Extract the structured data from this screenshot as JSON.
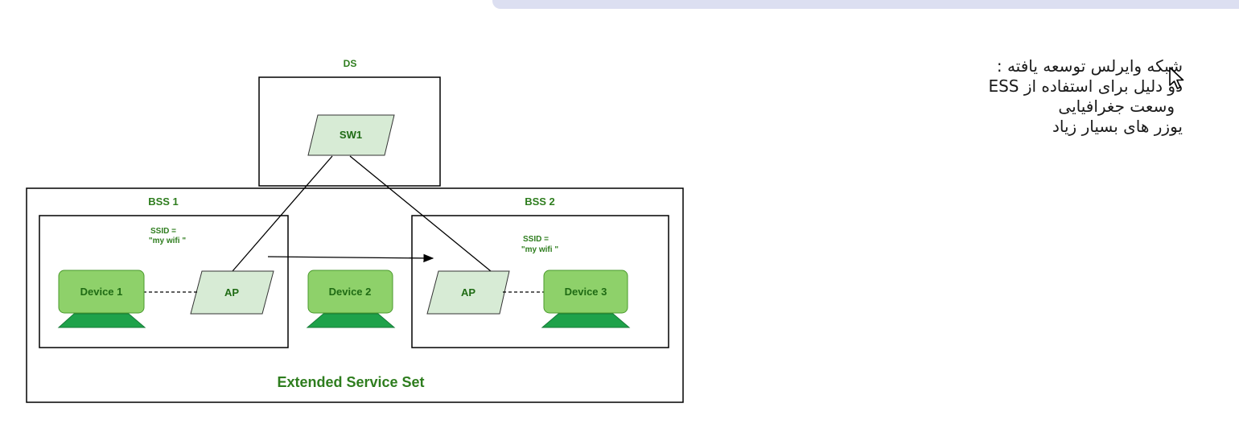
{
  "diagram": {
    "ds_label": "DS",
    "switch_label": "SW1",
    "bss1_label": "BSS 1",
    "bss2_label": "BSS 2",
    "ssid1_line1": "SSID =",
    "ssid1_line2": "\"my wifi \"",
    "ssid2_line1": "SSID =",
    "ssid2_line2": "\"my wifi \"",
    "ap1_label": "AP",
    "ap2_label": "AP",
    "device1_label": "Device 1",
    "device2_label": "Device 2",
    "device3_label": "Device 3",
    "ess_label": "Extended Service Set",
    "colors": {
      "device_fill": "#8ed16a",
      "device_base": "#1ea24a",
      "ap_fill": "#d7ebd5",
      "label_green": "#2e7d1e"
    }
  },
  "notes": {
    "line1": "شبکه وایرلس توسعه یافته :",
    "line2": "دو دلیل برای استفاده از ESS",
    "line3": "وسعت جغرافیایی",
    "line4": "یوزر های بسیار زیاد"
  },
  "icons": {
    "cursor": "mouse-pointer-icon"
  }
}
